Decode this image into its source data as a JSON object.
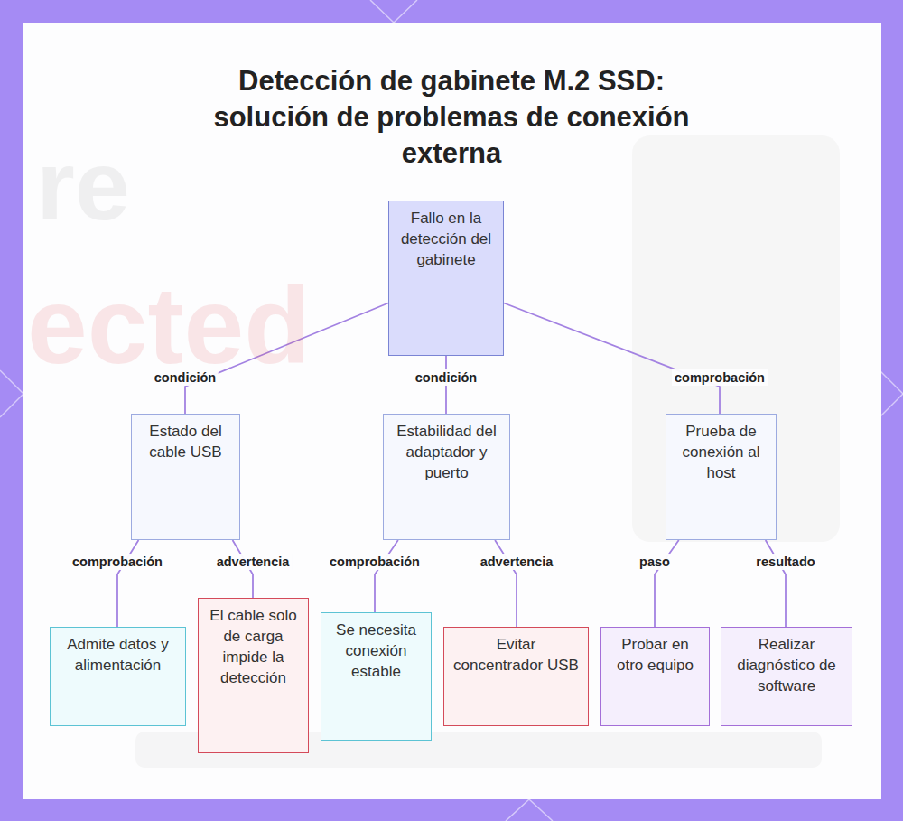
{
  "diagram": {
    "title": "Detección de gabinete M.2 SSD: solución de problemas de conexión externa",
    "nodes": [
      {
        "text": [
          "Fallo en la detección del gabinete"
        ]
      },
      {
        "text": [
          "Estado del cable USB"
        ]
      },
      {
        "text": [
          "Estabilidad del adaptador y puerto"
        ]
      },
      {
        "text": [
          "Prueba de conexión al host"
        ]
      },
      {
        "text": [
          "Admite datos y alimentación"
        ]
      },
      {
        "text": [
          "El cable solo de carga impide la detección"
        ]
      },
      {
        "text": [
          "Se necesita conexión estable"
        ]
      },
      {
        "text": [
          "Evitar concentrador USB"
        ]
      },
      {
        "text": [
          "Probar en otro equipo"
        ]
      },
      {
        "text": [
          "Realizar diagnóstico de software"
        ]
      }
    ],
    "edges": [
      {
        "from": 0,
        "to": 1,
        "label": "condición",
        "arrow": "none"
      },
      {
        "from": 0,
        "to": 2,
        "label": "condición",
        "arrow": "none"
      },
      {
        "from": 0,
        "to": 3,
        "label": "comprobación",
        "arrow": "none"
      },
      {
        "from": 1,
        "to": 4,
        "label": "comprobación",
        "arrow": "none"
      },
      {
        "from": 1,
        "to": 5,
        "label": "advertencia",
        "arrow": "none"
      },
      {
        "from": 2,
        "to": 6,
        "label": "comprobación",
        "arrow": "none"
      },
      {
        "from": 2,
        "to": 7,
        "label": "advertencia",
        "arrow": "none"
      },
      {
        "from": 3,
        "to": 8,
        "label": "paso",
        "arrow": "none"
      },
      {
        "from": 3,
        "to": 9,
        "label": "resultado",
        "arrow": "none"
      }
    ],
    "labels": [
      "re",
      "ected"
    ]
  }
}
